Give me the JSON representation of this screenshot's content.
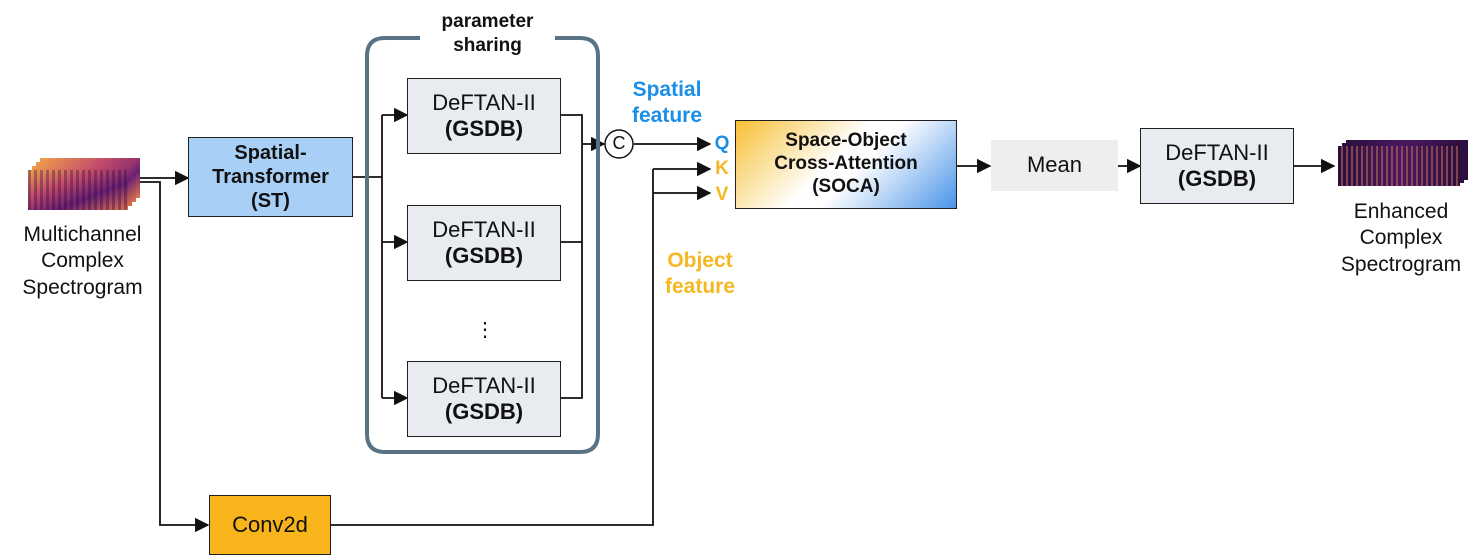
{
  "input": {
    "label": "Multichannel Complex Spectrogram",
    "lines": [
      "Multichannel",
      "Complex",
      "Spectrogram"
    ]
  },
  "output": {
    "label": "Enhanced Complex Spectrogram",
    "lines": [
      "Enhanced",
      "Complex",
      "Spectrogram"
    ]
  },
  "spatial_transformer": {
    "lines": [
      "Spatial-",
      "Transformer",
      "(ST)"
    ]
  },
  "parameter_sharing": {
    "lines": [
      "parameter",
      "sharing"
    ]
  },
  "gsdb_blocks": [
    {
      "line1": "DeFTAN-II",
      "line2": "(GSDB)"
    },
    {
      "line1": "DeFTAN-II",
      "line2": "(GSDB)"
    },
    {
      "line1": "DeFTAN-II",
      "line2": "(GSDB)"
    }
  ],
  "ellipsis": "⋮",
  "concat_symbol": "C",
  "spatial_feature": {
    "lines": [
      "Spatial",
      "feature"
    ],
    "color": "#1a8fe8"
  },
  "object_feature": {
    "lines": [
      "Object",
      "feature"
    ],
    "color": "#f5b822"
  },
  "qkv": {
    "q": "Q",
    "k": "K",
    "v": "V"
  },
  "soca": {
    "lines": [
      "Space-Object",
      "Cross-Attention",
      "(SOCA)"
    ]
  },
  "mean": {
    "label": "Mean"
  },
  "final_gsdb": {
    "line1": "DeFTAN-II",
    "line2": "(GSDB)"
  },
  "conv2d": {
    "label": "Conv2d"
  }
}
